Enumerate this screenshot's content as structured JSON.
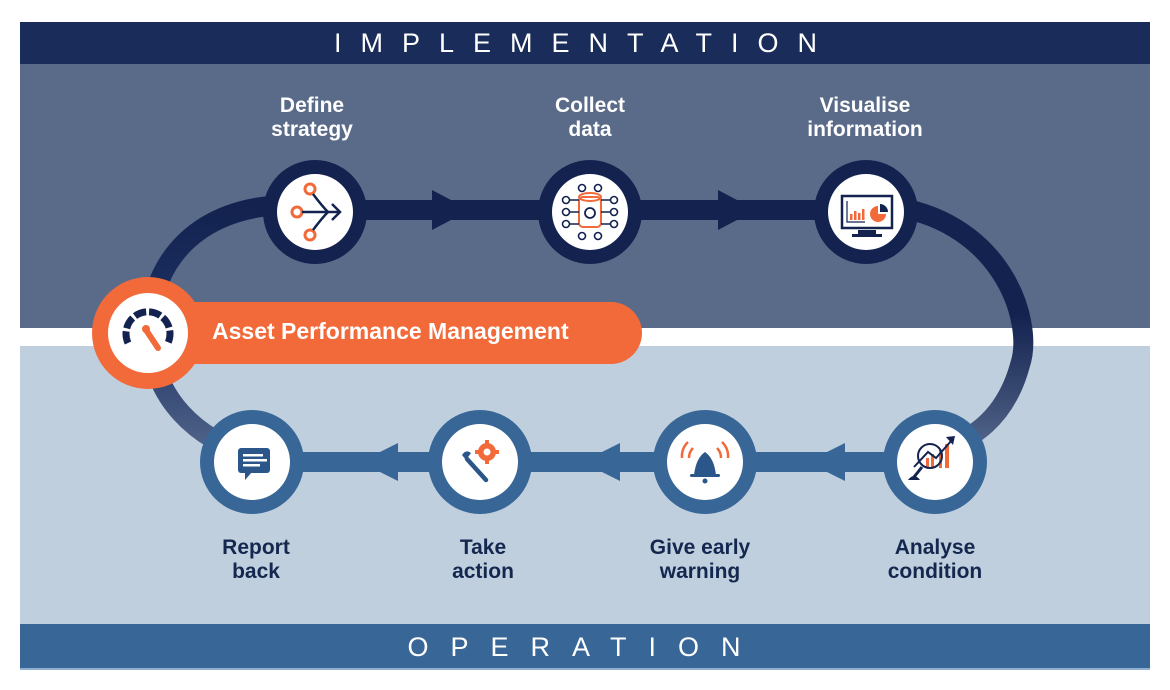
{
  "sections": {
    "implementation_title": "IMPLEMENTATION",
    "operation_title": "OPERATION"
  },
  "center": {
    "label": "Asset Performance Management",
    "icon": "speedometer-icon"
  },
  "steps_top": [
    {
      "label_line1": "Define",
      "label_line2": "strategy",
      "icon": "branch-arrow-icon"
    },
    {
      "label_line1": "Collect",
      "label_line2": "data",
      "icon": "database-network-icon"
    },
    {
      "label_line1": "Visualise",
      "label_line2": "information",
      "icon": "monitor-chart-icon"
    }
  ],
  "steps_bottom": [
    {
      "label_line1": "Analyse",
      "label_line2": "condition",
      "icon": "magnifier-chart-icon"
    },
    {
      "label_line1": "Give early",
      "label_line2": "warning",
      "icon": "alarm-bell-icon"
    },
    {
      "label_line1": "Take",
      "label_line2": "action",
      "icon": "wrench-gear-icon"
    },
    {
      "label_line1": "Report",
      "label_line2": "back",
      "icon": "chat-message-icon"
    }
  ],
  "colors": {
    "dark_navy": "#1a2d5a",
    "impl_bg": "#5a6b89",
    "op_bg": "#bfcfde",
    "op_blue": "#386797",
    "accent_orange": "#f26a3a",
    "track_navy": "#13224f"
  }
}
